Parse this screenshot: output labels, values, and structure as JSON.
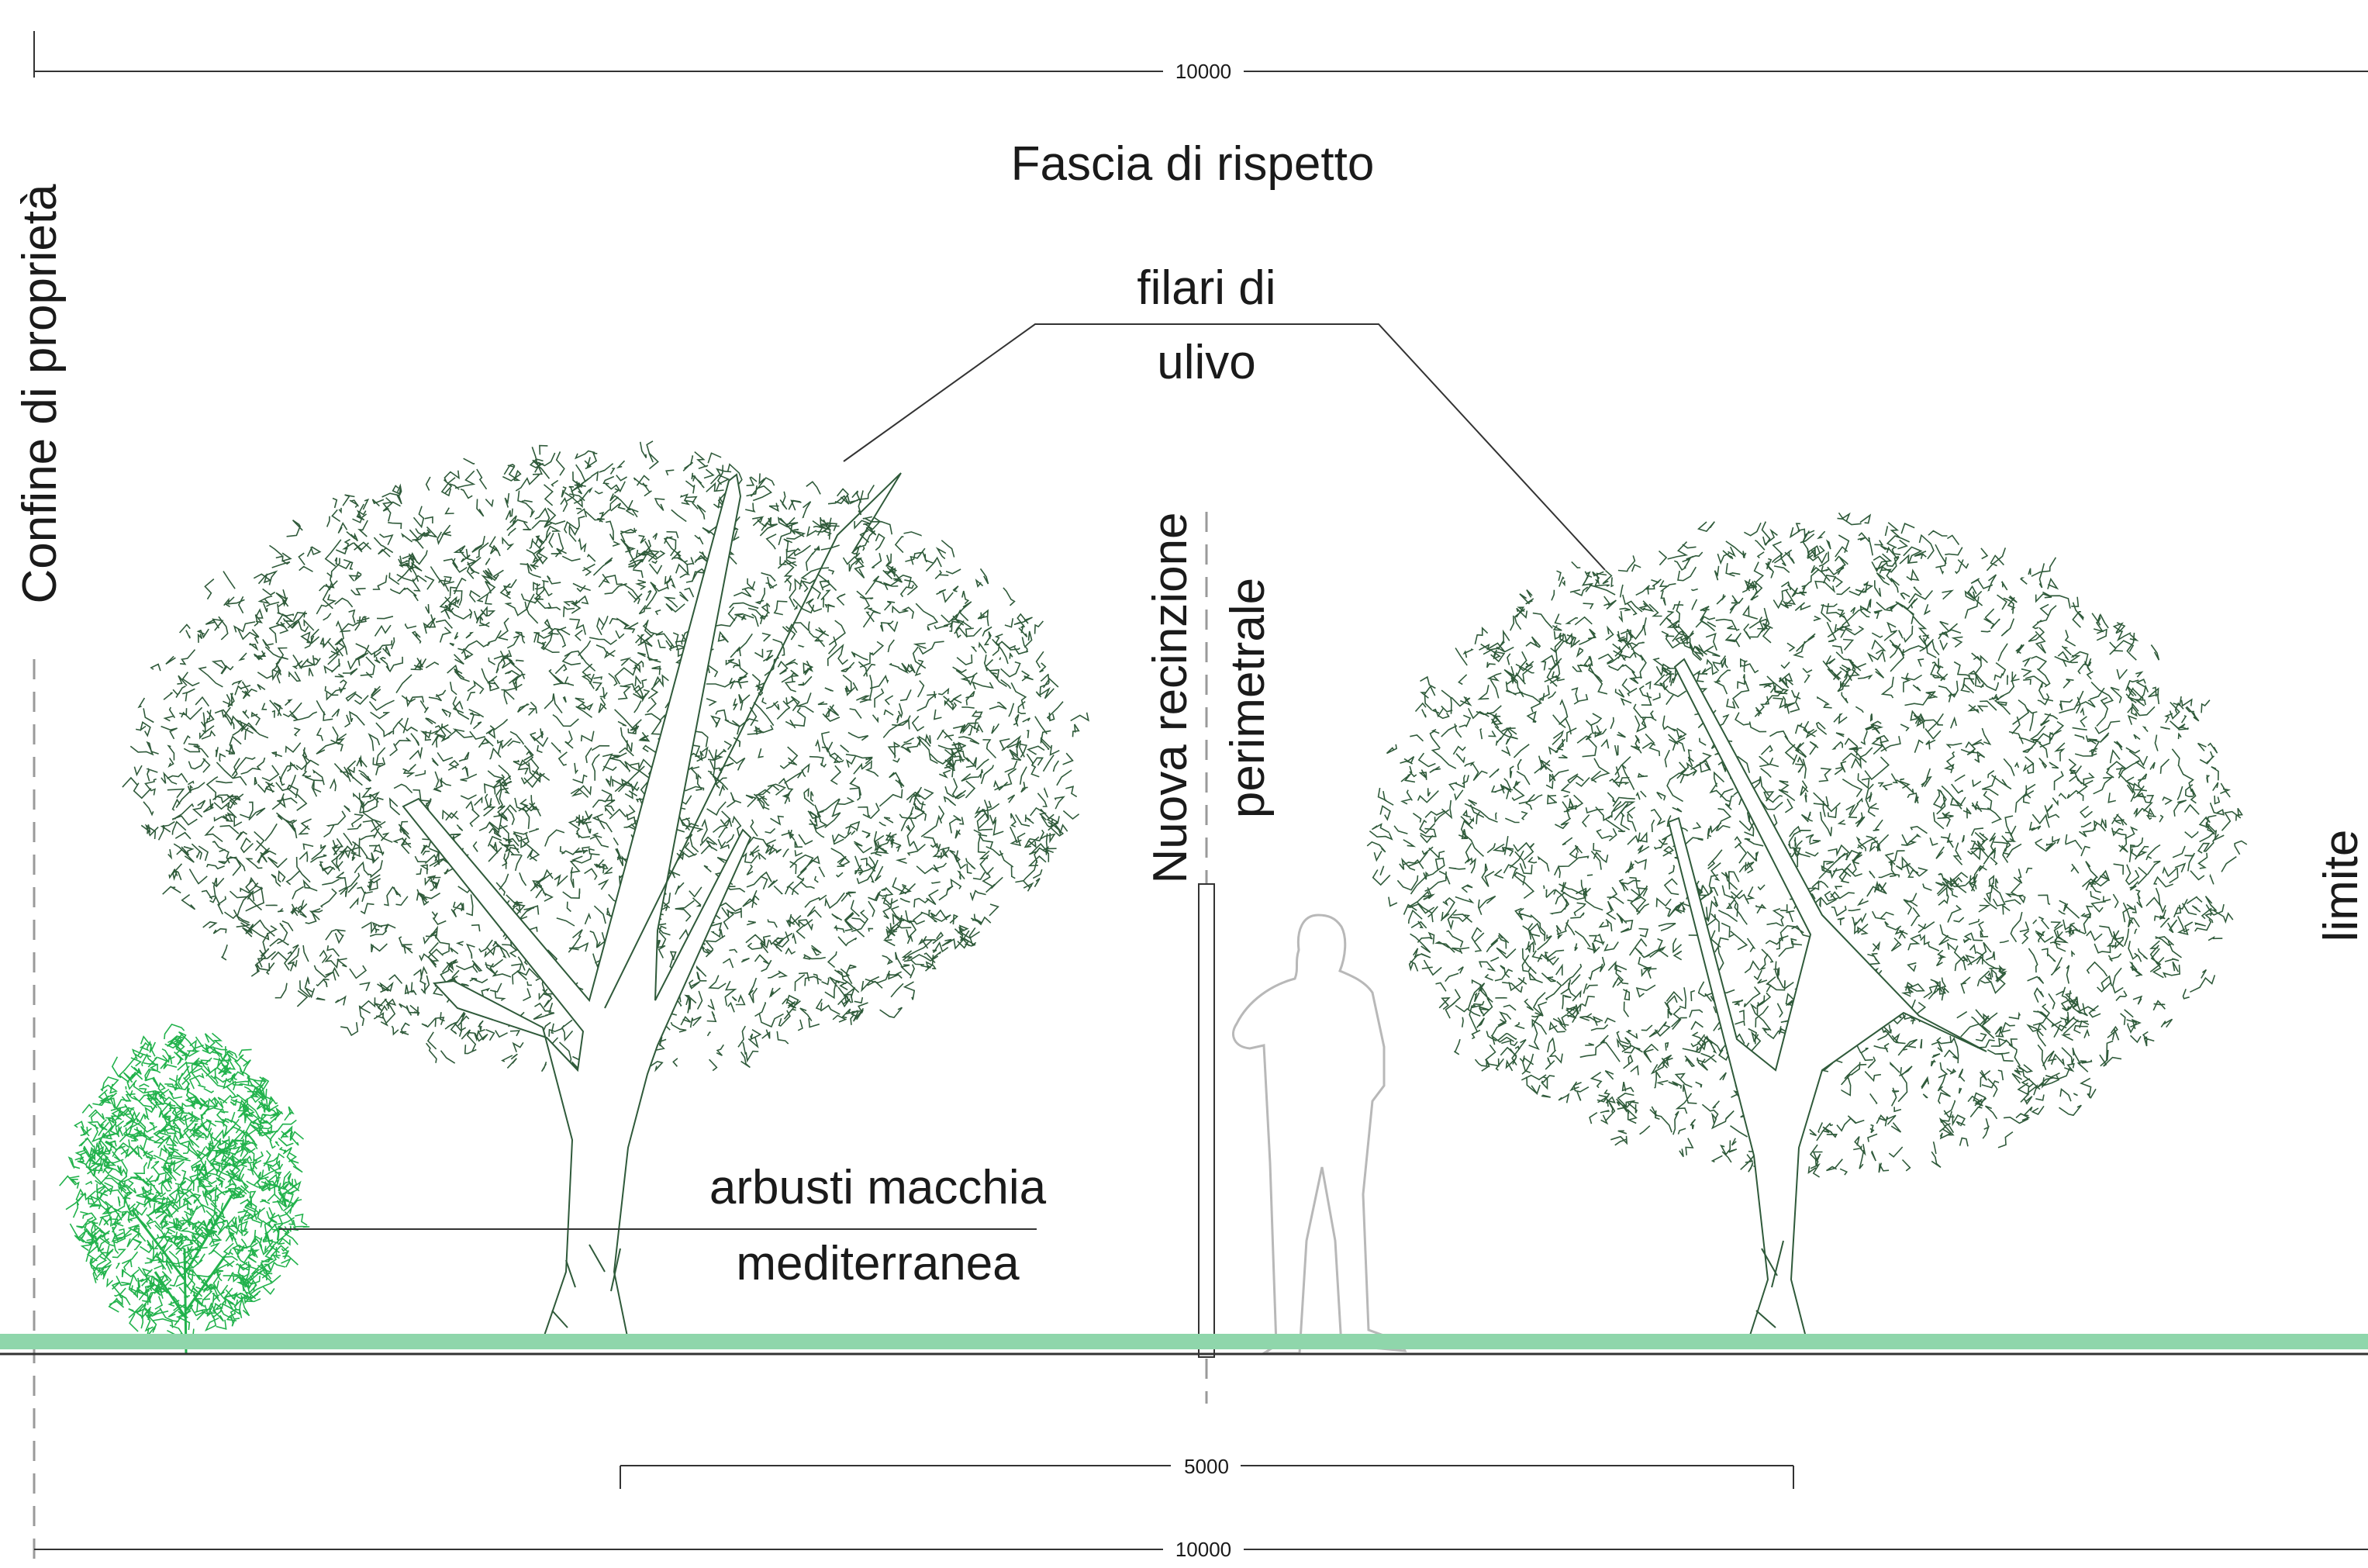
{
  "labels": {
    "top_dimension": "10000",
    "title": "Fascia di rispetto",
    "olive_rows_line1": "filari di",
    "olive_rows_line2": "ulivo",
    "property_boundary": "Confine di proprietà",
    "fence_line1": "Nuova recinzione",
    "fence_line2": "perimetrale",
    "limit": "limite",
    "shrubs_line1": "arbusti macchia",
    "shrubs_line2": "mediterranea",
    "mid_dimension": "5000",
    "bottom_dimension": "10000"
  },
  "colors": {
    "tree_line": "#2f5a3a",
    "shrub": "#22b24c",
    "ground_band": "#8fd6ab",
    "person": "#b8b8b8",
    "ink": "#1a1a1a",
    "dash": "#9a9a9a"
  }
}
